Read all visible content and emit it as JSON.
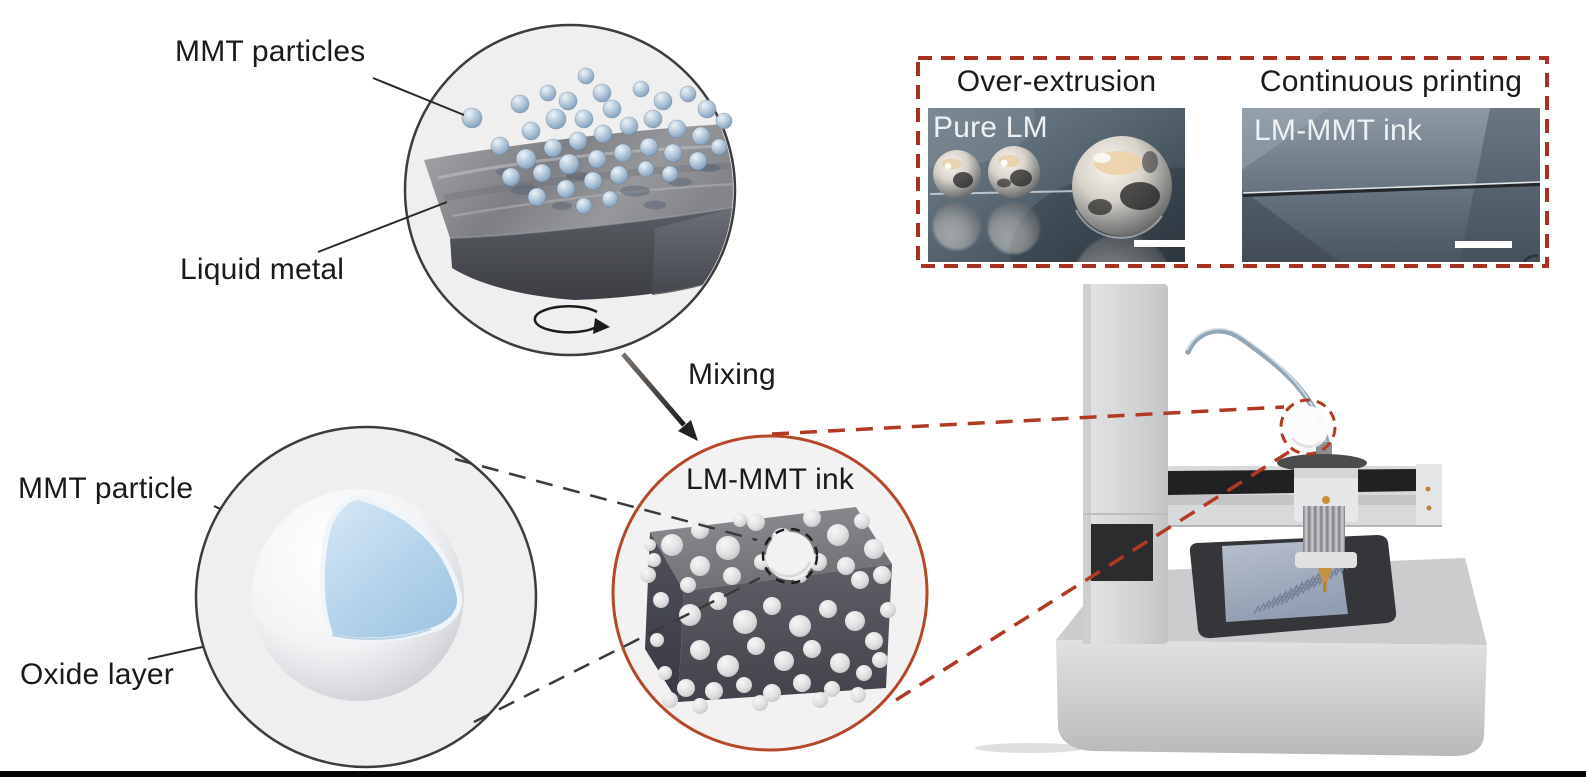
{
  "figure": {
    "panel_mixing": {
      "particles_label": "MMT particles",
      "metal_label": "Liquid metal"
    },
    "mix_step_label": "Mixing",
    "panel_particle": {
      "core_label": "MMT particle",
      "shell_label": "Oxide layer"
    },
    "panel_ink": {
      "title": "LM-MMT ink"
    },
    "panel_compare": {
      "left_title": "Over-extrusion",
      "right_title": "Continuous printing",
      "left_photo_tag": "Pure LM",
      "right_photo_tag": "LM-MMT ink"
    },
    "icons": {
      "rotation": "rotation-arrow-icon",
      "mixing": "mixing-arrow-icon",
      "magnify_links": "dashed-connector-lines"
    },
    "colors": {
      "outline_dark": "#3c3c3c",
      "accent_red_dashed": "#a93121",
      "ink_circle_outline": "#b5472b",
      "particle_blue": "#aec4d8",
      "label_text": "#1a1a1a",
      "photo_tag_text": "#eef1f4"
    }
  }
}
